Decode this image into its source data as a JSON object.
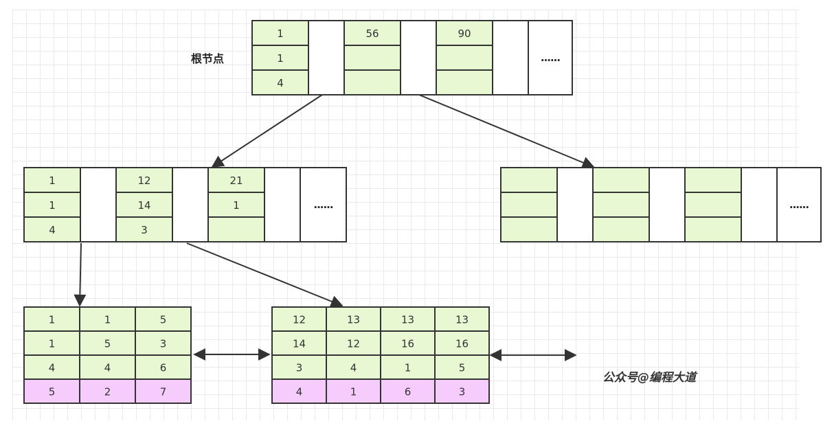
{
  "colors": {
    "key_cell": "#e8f8d2",
    "data_cell": "#f5ccfb",
    "pointer_cell": "#ffffff",
    "border": "#333333",
    "arrow": "#333333"
  },
  "root_label": "根节点",
  "watermark": "公众号@编程大道",
  "root_node": {
    "entries": [
      [
        "1",
        "1",
        "4"
      ],
      [
        "56",
        "",
        ""
      ],
      [
        "90",
        "",
        ""
      ]
    ],
    "ellipsis": "......"
  },
  "inner_nodes": [
    {
      "entries": [
        [
          "1",
          "1",
          "4"
        ],
        [
          "12",
          "14",
          "3"
        ],
        [
          "21",
          "1",
          ""
        ]
      ],
      "ellipsis": "......"
    },
    {
      "entries": [
        [
          "",
          "",
          ""
        ],
        [
          "",
          "",
          ""
        ],
        [
          "",
          "",
          ""
        ]
      ],
      "ellipsis": "......"
    }
  ],
  "leaf_nodes": [
    {
      "columns": [
        [
          "1",
          "1",
          "4",
          "5"
        ],
        [
          "1",
          "5",
          "4",
          "2"
        ],
        [
          "5",
          "3",
          "6",
          "7"
        ]
      ]
    },
    {
      "columns": [
        [
          "12",
          "14",
          "3",
          "4"
        ],
        [
          "13",
          "12",
          "4",
          "1"
        ],
        [
          "13",
          "16",
          "1",
          "6"
        ],
        [
          "13",
          "16",
          "5",
          "3"
        ]
      ]
    }
  ]
}
